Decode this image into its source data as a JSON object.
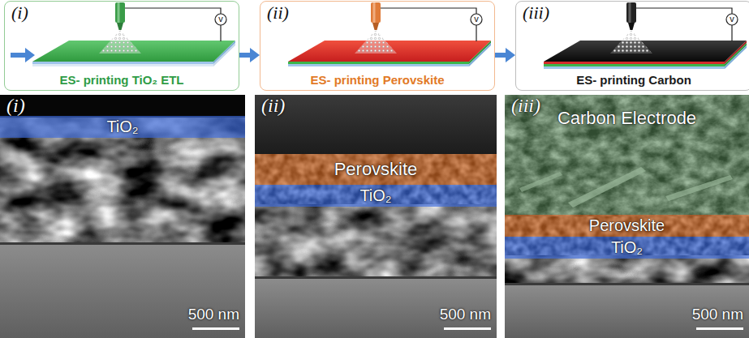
{
  "diagram": {
    "nodes": [
      {
        "text": [
          "(i)",
          "ES- printing TiO₂ ETL"
        ]
      },
      {
        "text": [
          "(ii)",
          "ES- printing Perovskite"
        ]
      },
      {
        "text": [
          "(iii)",
          "ES- printing Carbon"
        ]
      },
      {
        "text": [
          "(i)",
          "500 nm"
        ]
      },
      {
        "text": [
          "TiO₂"
        ],
        "in": 3
      },
      {
        "text": [
          "(ii)",
          "500 nm"
        ]
      },
      {
        "text": [
          "Perovskite"
        ],
        "in": 5
      },
      {
        "text": [
          "TiO₂"
        ],
        "in": 5
      },
      {
        "text": [
          "(iii)",
          "500 nm"
        ]
      },
      {
        "text": [
          "Carbon Electrode"
        ],
        "in": 8
      },
      {
        "text": [
          "Perovskite"
        ],
        "in": 8
      },
      {
        "text": [
          "TiO₂"
        ],
        "in": 8
      }
    ],
    "edges": [
      {
        "from": 0,
        "to": 1,
        "arrow": "to"
      },
      {
        "from": 1,
        "to": 2,
        "arrow": "to"
      }
    ],
    "labels": [
      "v",
      "v",
      "v"
    ]
  }
}
